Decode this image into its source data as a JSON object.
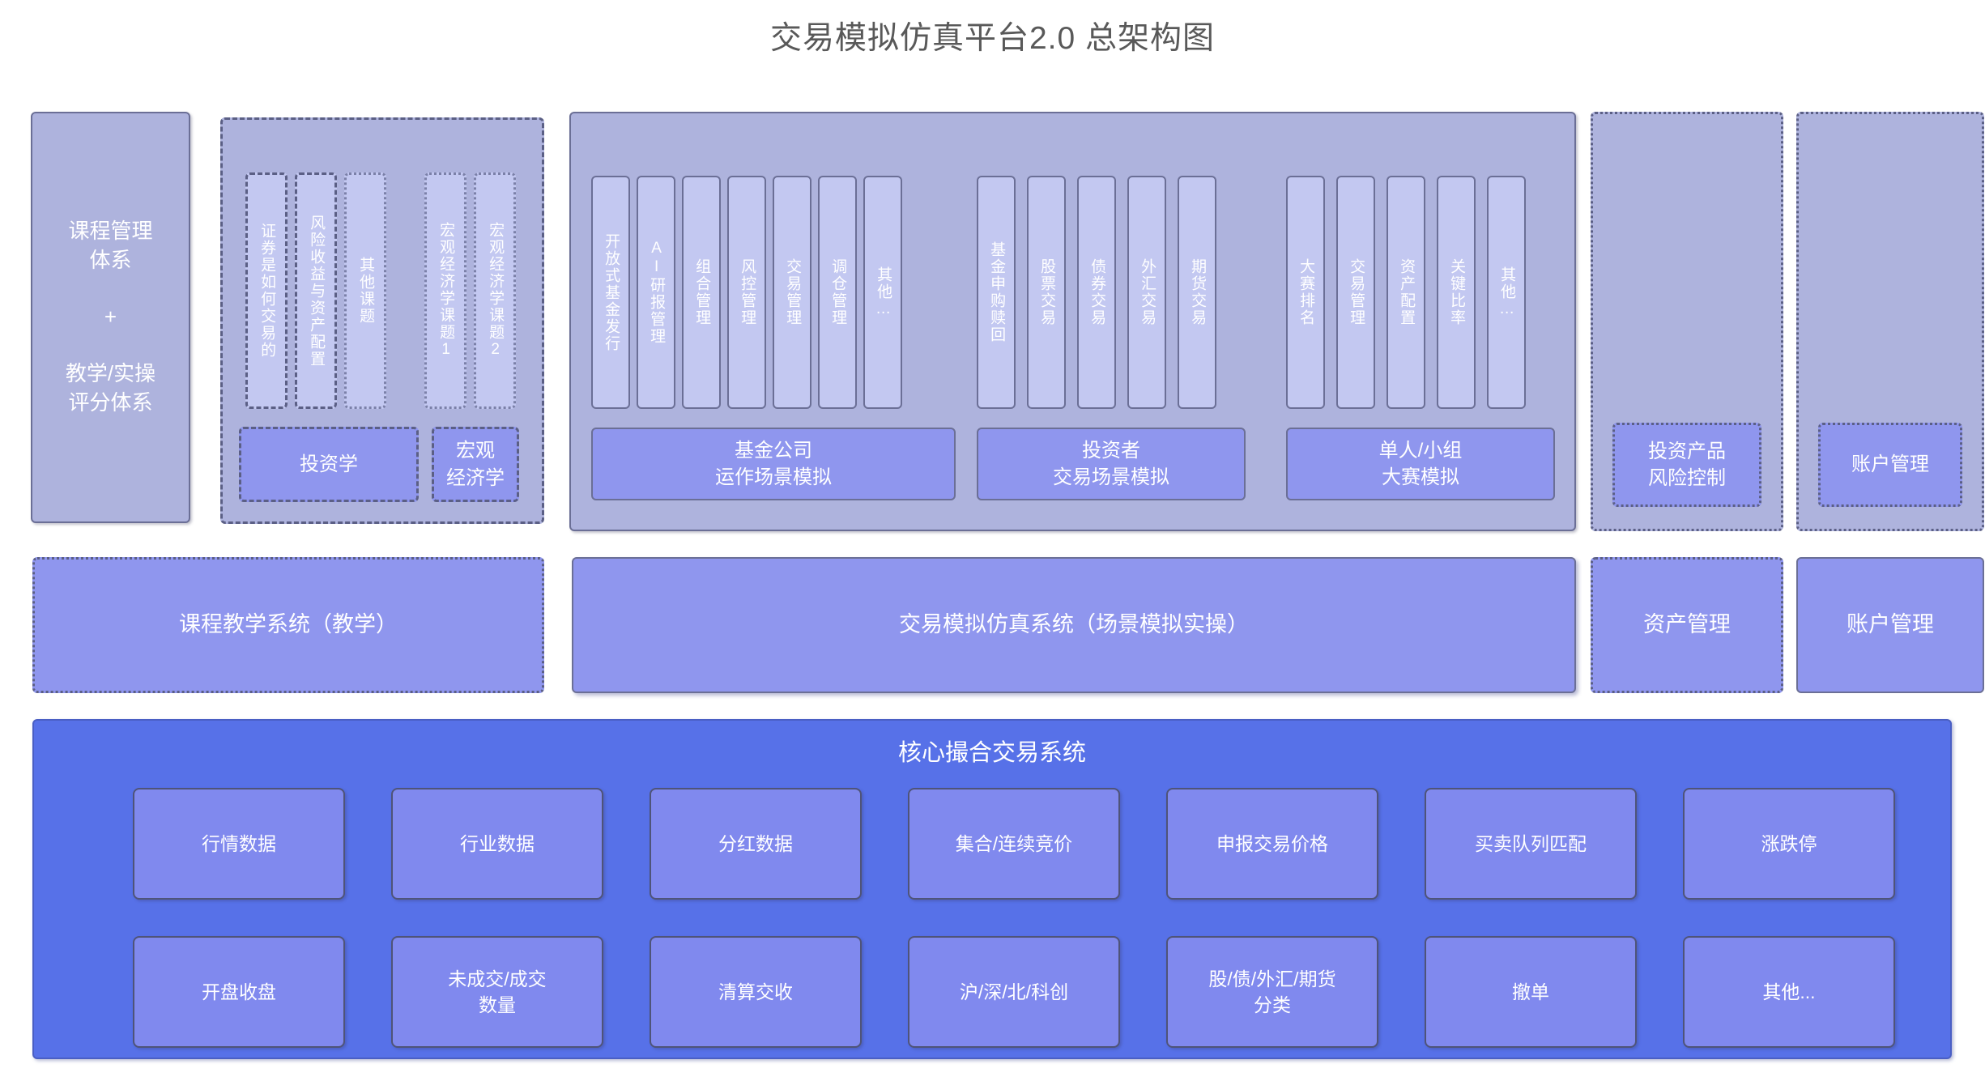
{
  "title": "交易模拟仿真平台2.0 总架构图",
  "colors": {
    "title_text": "#595959",
    "panel_dark": "#aeb3dd",
    "panel_light": "#c3c8f1",
    "panel_mid": "#8f96ee",
    "core_bg": "#5771e8",
    "core_card": "#8089ee",
    "border": "#6b6f96"
  },
  "left_column": {
    "line1": "课程管理",
    "line2": "体系",
    "plus": "+",
    "line3": "教学/实操",
    "line4": "评分体系"
  },
  "course_group": {
    "vertical_items": [
      {
        "label": "证券是如何交易的",
        "style": "dashed"
      },
      {
        "label": "风险收益与资产配置",
        "style": "dashed"
      },
      {
        "label": "其他课题",
        "style": "dotted"
      },
      {
        "label": "宏观经济学课题1",
        "style": "dotted"
      },
      {
        "label": "宏观经济学课题2",
        "style": "dotted"
      }
    ],
    "bottom_items": [
      {
        "label": "投资学"
      },
      {
        "label": "宏观\n经济学"
      }
    ]
  },
  "sim_panel": {
    "groups": [
      {
        "caption_line1": "基金公司",
        "caption_line2": "运作场景模拟",
        "items": [
          "开放式基金发行",
          "AI研报管理",
          "组合管理",
          "风控管理",
          "交易管理",
          "调仓管理",
          "其他…"
        ]
      },
      {
        "caption_line1": "投资者",
        "caption_line2": "交易场景模拟",
        "items": [
          "基金申购赎回",
          "股票交易",
          "债券交易",
          "外汇交易",
          "期货交易"
        ]
      },
      {
        "caption_line1": "单人/小组",
        "caption_line2": "大赛模拟",
        "items": [
          "大赛排名",
          "交易管理",
          "资产配置",
          "关键比率",
          "其他…"
        ]
      }
    ]
  },
  "right_columns": [
    {
      "line1": "投资产品",
      "line2": "风险控制"
    },
    {
      "line1": "账户管理",
      "line2": ""
    }
  ],
  "system_row": [
    {
      "label": "课程教学系统（教学）",
      "style": "dotted"
    },
    {
      "label": "交易模拟仿真系统（场景模拟实操）",
      "style": "solid"
    },
    {
      "label": "资产管理",
      "style": "dotted"
    },
    {
      "label": "账户管理",
      "style": "solid"
    }
  ],
  "core": {
    "title": "核心撮合交易系统",
    "row1": [
      "行情数据",
      "行业数据",
      "分红数据",
      "集合/连续竞价",
      "申报交易价格",
      "买卖队列匹配",
      "涨跌停"
    ],
    "row2": [
      "开盘收盘",
      "未成交/成交\n数量",
      "清算交收",
      "沪/深/北/科创",
      "股/债/外汇/期货\n分类",
      "撤单",
      "其他..."
    ]
  }
}
